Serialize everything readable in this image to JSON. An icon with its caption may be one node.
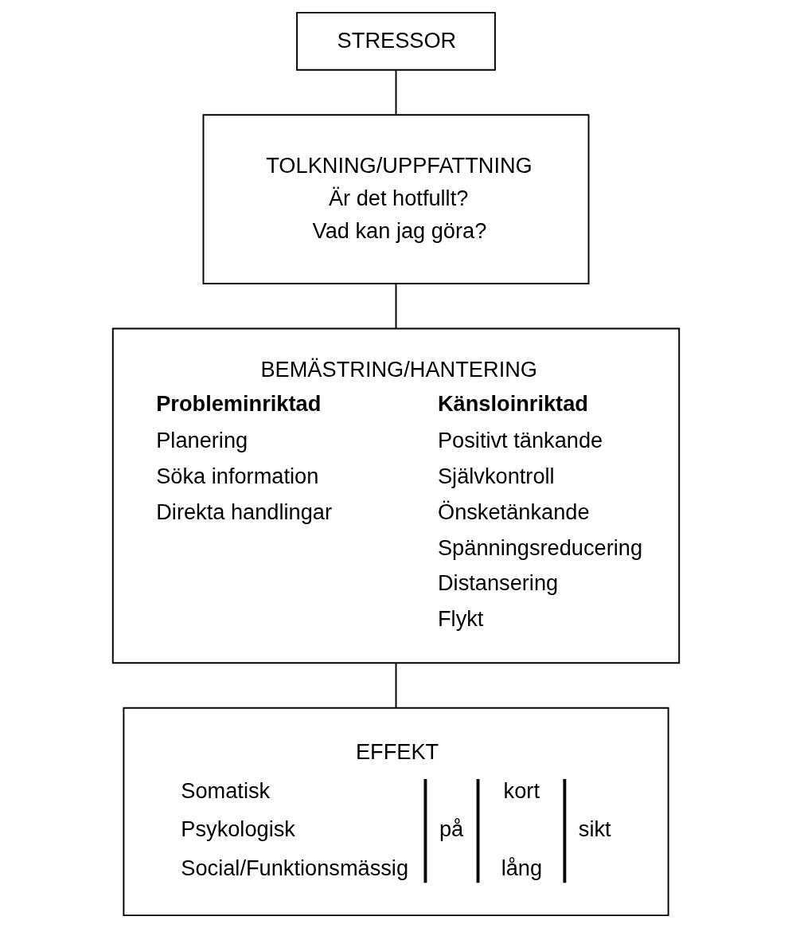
{
  "diagram": {
    "nodes": [
      {
        "text": [
          "STRESSOR"
        ]
      },
      {
        "text": [
          "TOLKNING/UPPFATTNING",
          "Är det hotfullt?",
          "Vad kan jag göra?"
        ]
      },
      {
        "text": [
          "BEMÄSTRING/HANTERING",
          "Probleminriktad",
          "Planering",
          "Söka information",
          "Direkta handlingar",
          "Känsloinriktad",
          "Positivt tänkande",
          "Självkontroll",
          "Önsketänkande",
          "Spänningsreducering",
          "Distansering",
          "Flykt"
        ]
      },
      {
        "text": [
          "EFFEKT",
          "Somatisk",
          "kort",
          "Psykologisk",
          "på",
          "sikt",
          "Social/Funktionsmässig",
          "lång"
        ]
      }
    ],
    "edges": [
      {
        "from": 0,
        "to": 1,
        "arrow": "none"
      },
      {
        "from": 1,
        "to": 2,
        "arrow": "none"
      },
      {
        "from": 2,
        "to": 3,
        "arrow": "none"
      }
    ]
  }
}
